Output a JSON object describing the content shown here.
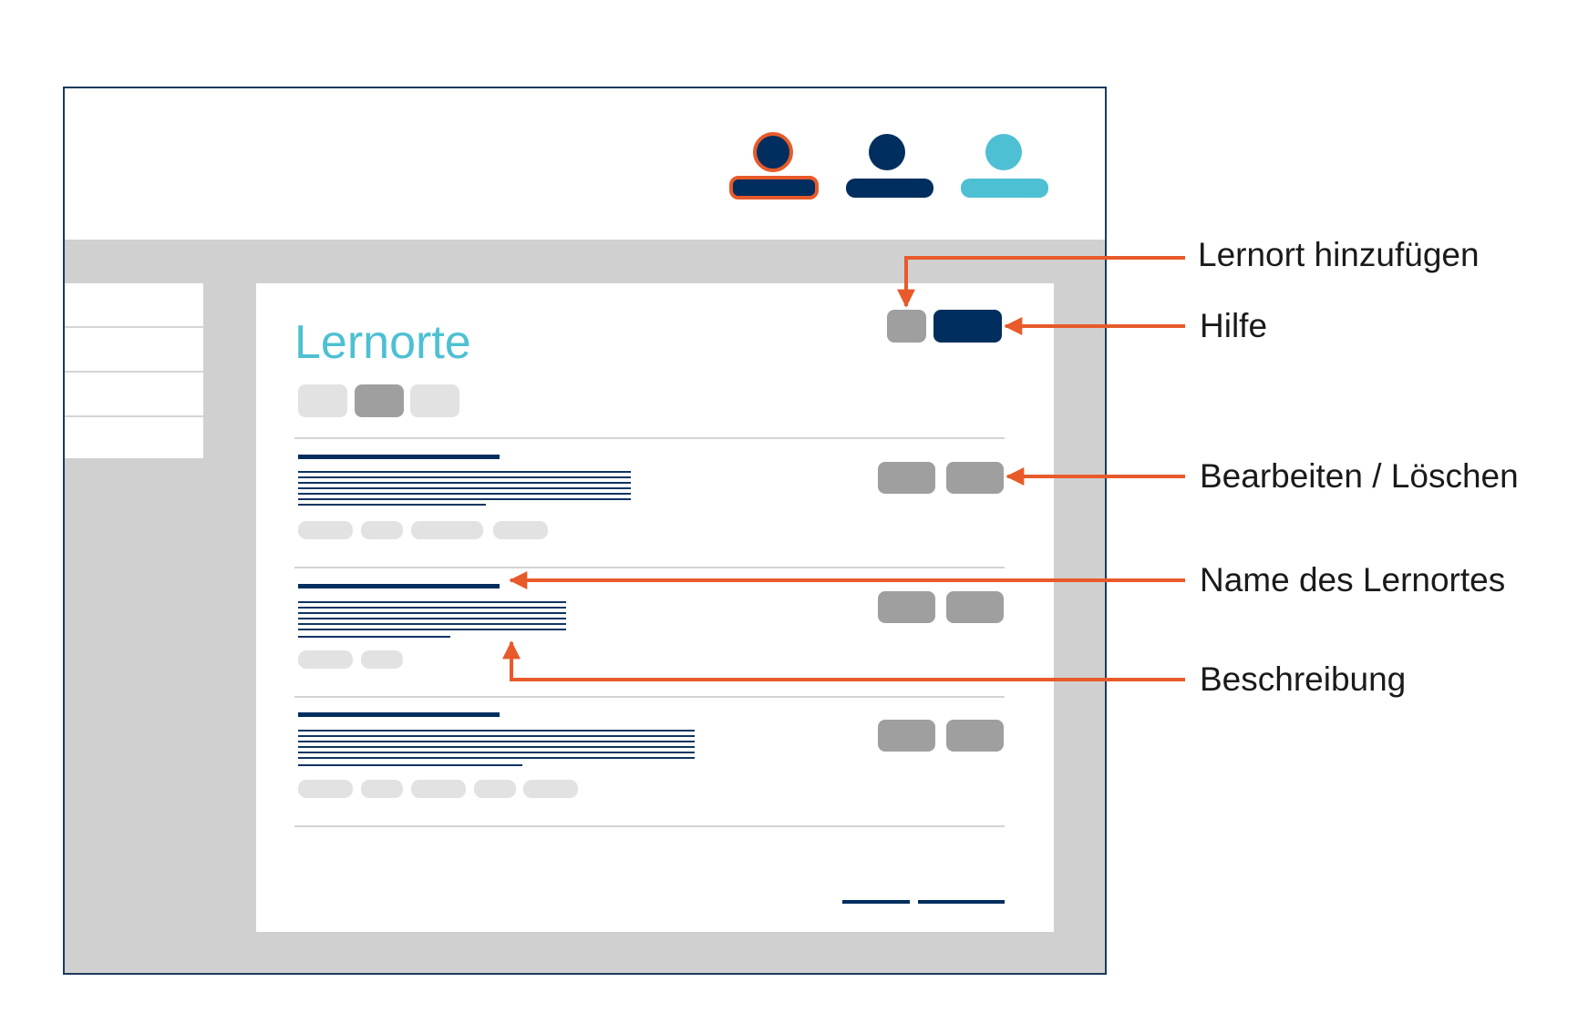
{
  "page": {
    "title": "Lernorte"
  },
  "annotations": {
    "add_location": "Lernort hinzufügen",
    "help": "Hilfe",
    "edit_delete": "Bearbeiten / Löschen",
    "location_name": "Name des Lernortes",
    "description": "Beschreibung"
  },
  "colors": {
    "navy": "#002e5e",
    "teal": "#4ec0d3",
    "accent_orange": "#e85a2a",
    "gray_panel": "#d0d0d0",
    "button_gray": "#9f9f9f",
    "chip_gray": "#e2e2e2"
  },
  "icons": [
    "user-icon-active",
    "user-icon",
    "user-icon-teal"
  ]
}
